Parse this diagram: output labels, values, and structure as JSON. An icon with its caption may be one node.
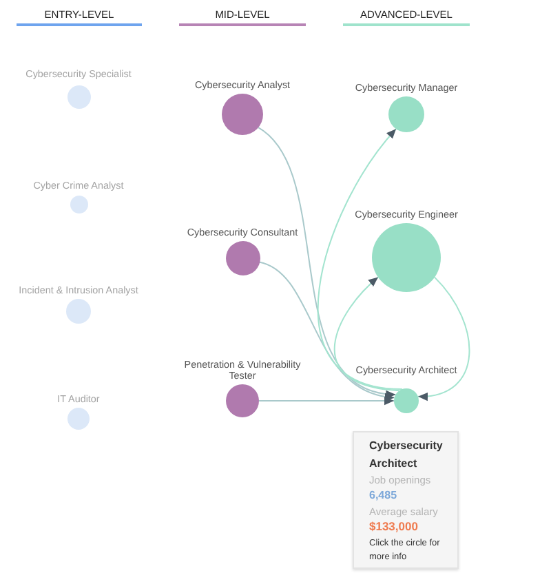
{
  "diagram": {
    "nodes": [
      {
        "text": [
          "Cybersecurity Specialist"
        ]
      },
      {
        "text": [
          "Cyber Crime Analyst"
        ]
      },
      {
        "text": [
          "Incident & Intrusion Analyst"
        ]
      },
      {
        "text": [
          "IT Auditor"
        ]
      },
      {
        "text": [
          "Cybersecurity Analyst"
        ]
      },
      {
        "text": [
          "Cybersecurity Consultant"
        ]
      },
      {
        "text": [
          "Penetration & Vulnerability Tester"
        ]
      },
      {
        "text": [
          "Cybersecurity Manager"
        ]
      },
      {
        "text": [
          "Cybersecurity Engineer"
        ]
      },
      {
        "text": [
          "Cybersecurity Architect"
        ]
      },
      {
        "text": [
          "Cybersecurity Architect",
          "Job openings",
          "6,485",
          "Average salary",
          "$133,000",
          "Click the circle for more info"
        ]
      }
    ],
    "edges": [
      {
        "from": 4,
        "to": 9,
        "arrow": "to"
      },
      {
        "from": 5,
        "to": 9,
        "arrow": "to"
      },
      {
        "from": 6,
        "to": 9,
        "arrow": "to"
      },
      {
        "from": 9,
        "to": 7,
        "arrow": "to",
        "color": "#a3e4cf"
      },
      {
        "from": 9,
        "to": 8,
        "arrow": "to",
        "color": "#a3e4cf"
      },
      {
        "from": 8,
        "to": 9,
        "arrow": "to",
        "color": "#a3e4cf"
      }
    ],
    "labels": [
      "ENTRY-LEVEL",
      "MID-LEVEL",
      "ADVANCED-LEVEL"
    ]
  }
}
